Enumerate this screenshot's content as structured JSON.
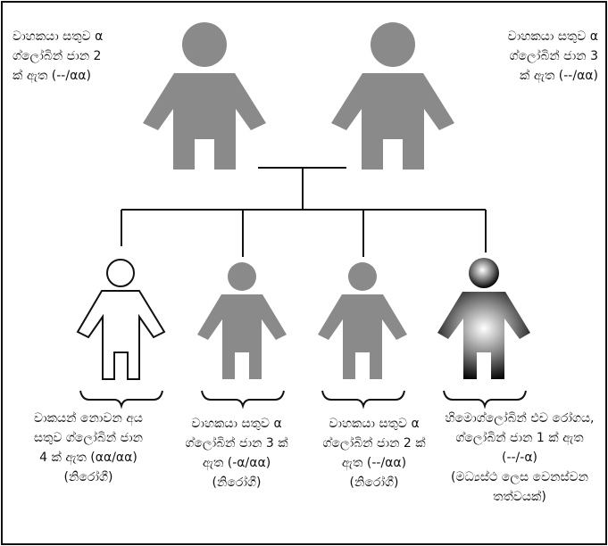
{
  "colors": {
    "figure_gray": "#8a8a8a",
    "line": "#111111",
    "background": "#ffffff"
  },
  "parents": [
    {
      "label": "වාහකයා සතුව α\nග්ලෝබින් ජාන 2\nක් ඇත (--/αα)"
    },
    {
      "label": "වාහකයා සතුව α\nග්ලෝබින් ජාන 3\nක් ඇත (--/αα)"
    }
  ],
  "children": [
    {
      "label": "වාකයන් නොවන අය\nසතුව ග්ලෝබින් ජාන\n4 ක් ඇත (αα/αα)\n(නිරෝගී)"
    },
    {
      "label": "වාහකයා සතුව α\nග්ලෝබින් ජාන 3 ක්\nඇත (-α/αα)\n(නිරෝගී)"
    },
    {
      "label": "වාහකයා සතුව α\nග්ලෝබින් ජාන 2 ක්\nඇත (--/αα)\n(නිරෝගී)"
    },
    {
      "label": "හිමොග්ලෝබින් එච රෝගය,\nග්ලෝබින් ජාන 1 ක් ඇත\n(--/-α)\n(මධ්‍යස්ථ ලෙස වෙනස්වන\nතත්වයක්)"
    }
  ]
}
